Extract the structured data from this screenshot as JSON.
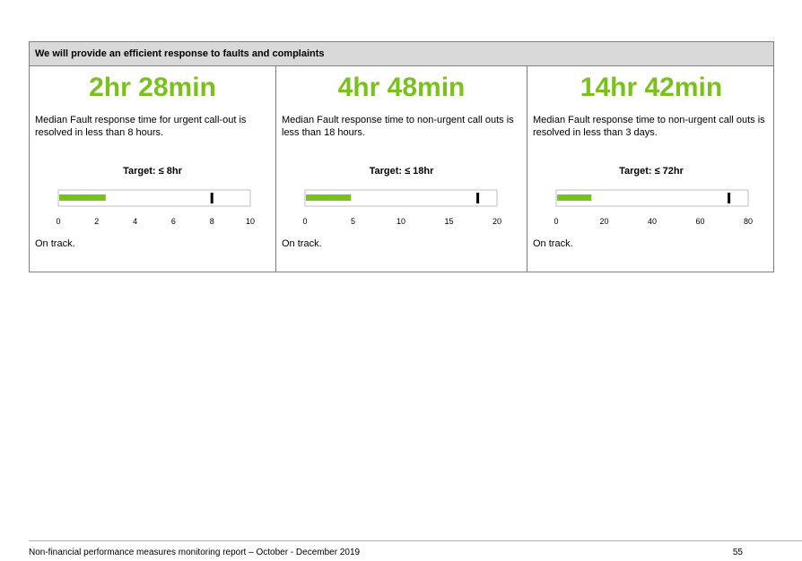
{
  "panel": {
    "header": "We will provide an efficient response to faults and complaints"
  },
  "accent_color": "#7ac11d",
  "measures": [
    {
      "value": "2hr 28min",
      "description": "Median Fault response time for urgent call-out is resolved in less than 8 hours.",
      "target_label": "Target: ≤ 8hr",
      "status": "On track.",
      "chart_data": {
        "type": "bar",
        "orientation": "horizontal",
        "actual": 2.47,
        "target": 8,
        "xlim": [
          0,
          10
        ],
        "ticks": [
          "0",
          "2",
          "4",
          "6",
          "8",
          "10"
        ]
      }
    },
    {
      "value": "4hr 48min",
      "description": "Median Fault response time to non-urgent call outs is less than 18 hours.",
      "target_label": "Target: ≤ 18hr",
      "status": "On track.",
      "chart_data": {
        "type": "bar",
        "orientation": "horizontal",
        "actual": 4.8,
        "target": 18,
        "xlim": [
          0,
          20
        ],
        "ticks": [
          "0",
          "5",
          "10",
          "15",
          "20"
        ]
      }
    },
    {
      "value": "14hr 42min",
      "description": "Median Fault response time to non-urgent call outs is resolved in less than 3 days.",
      "target_label": "Target: ≤ 72hr",
      "status": "On track.",
      "chart_data": {
        "type": "bar",
        "orientation": "horizontal",
        "actual": 14.7,
        "target": 72,
        "xlim": [
          0,
          80
        ],
        "ticks": [
          "0",
          "20",
          "40",
          "60",
          "80"
        ]
      }
    }
  ],
  "footer": {
    "text": "Non-financial performance measures monitoring report – October - December 2019",
    "page_number": "55"
  }
}
